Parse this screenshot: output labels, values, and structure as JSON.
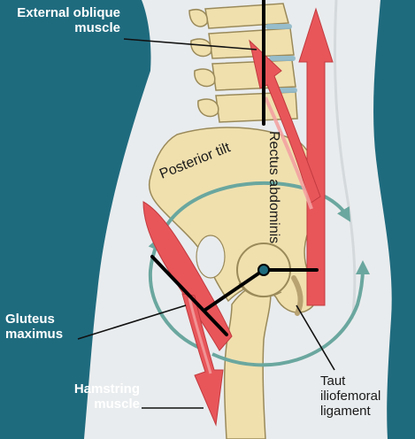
{
  "labels": {
    "external_oblique_line1": "External oblique",
    "external_oblique_line2": "muscle",
    "rectus_abdominis": "Rectus abdominis",
    "posterior_tilt": "Posterior tilt",
    "gluteus_line1": "Gluteus",
    "gluteus_line2": "maximus",
    "hamstring_line1": "Hamstring",
    "hamstring_line2": "muscle",
    "taut_line1": "Taut",
    "taut_line2": "iliofemoral",
    "taut_line3": "ligament"
  },
  "colors": {
    "background": "#1f6b7e",
    "body": "#e9ecee",
    "bone": "#f0e0ae",
    "bone_outline": "#9a8a5a",
    "muscle": "#e8565a",
    "muscle_light": "#f3a2a2",
    "tilt_arrow": "#6aa79f"
  }
}
